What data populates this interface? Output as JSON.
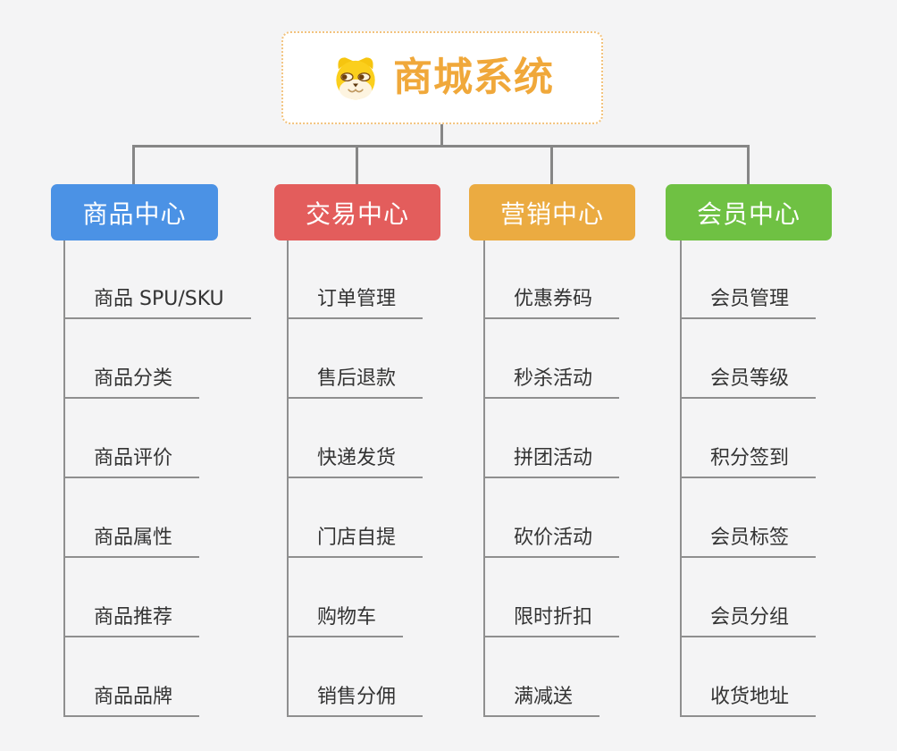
{
  "root": {
    "title": "商城系统",
    "icon": "dog-face-icon",
    "accent_color": "#f0a83a",
    "border_color": "#f2c37e"
  },
  "branches": [
    {
      "label": "商品中心",
      "color": "#4b92e5",
      "items": [
        "商品 SPU/SKU",
        "商品分类",
        "商品评价",
        "商品属性",
        "商品推荐",
        "商品品牌"
      ]
    },
    {
      "label": "交易中心",
      "color": "#e35d5c",
      "items": [
        "订单管理",
        "售后退款",
        "快递发货",
        "门店自提",
        "购物车",
        "销售分佣"
      ]
    },
    {
      "label": "营销中心",
      "color": "#ebab41",
      "items": [
        "优惠券码",
        "秒杀活动",
        "拼团活动",
        "砍价活动",
        "限时折扣",
        "满减送"
      ]
    },
    {
      "label": "会员中心",
      "color": "#6fc143",
      "items": [
        "会员管理",
        "会员等级",
        "积分签到",
        "会员标签",
        "会员分组",
        "收货地址"
      ]
    }
  ],
  "line_color": "#868686",
  "background_color": "#f4f4f5",
  "item_text_color": "#333333"
}
